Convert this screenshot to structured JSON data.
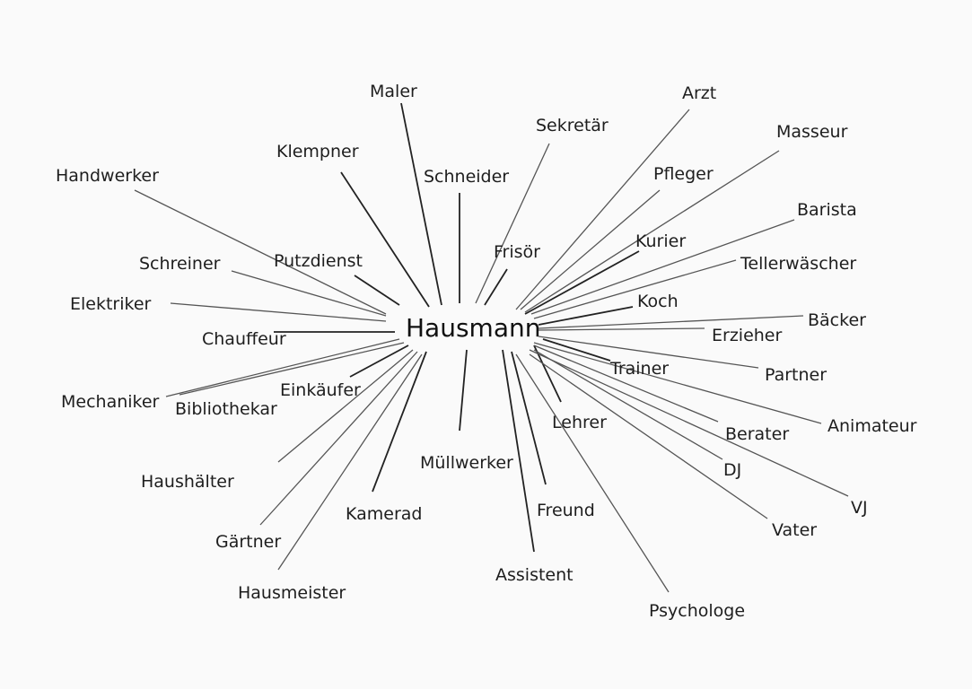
{
  "center": "Hausmann",
  "labels": [
    "Maler",
    "Klempner",
    "Schneider",
    "Sekretär",
    "Arzt",
    "Masseur",
    "Pfleger",
    "Barista",
    "Kurier",
    "Tellerwäscher",
    "Frisör",
    "Handwerker",
    "Putzdienst",
    "Schreiner",
    "Elektriker",
    "Chauffeur",
    "Koch",
    "Bäcker",
    "Erzieher",
    "Mechaniker",
    "Bibliothekar",
    "Einkäufer",
    "Trainer",
    "Partner",
    "Lehrer",
    "Berater",
    "Animateur",
    "Haushälter",
    "Müllwerker",
    "DJ",
    "VJ",
    "Kamerad",
    "Freund",
    "Vater",
    "Gärtner",
    "Assistent",
    "Hausmeister",
    "Psychologe"
  ]
}
